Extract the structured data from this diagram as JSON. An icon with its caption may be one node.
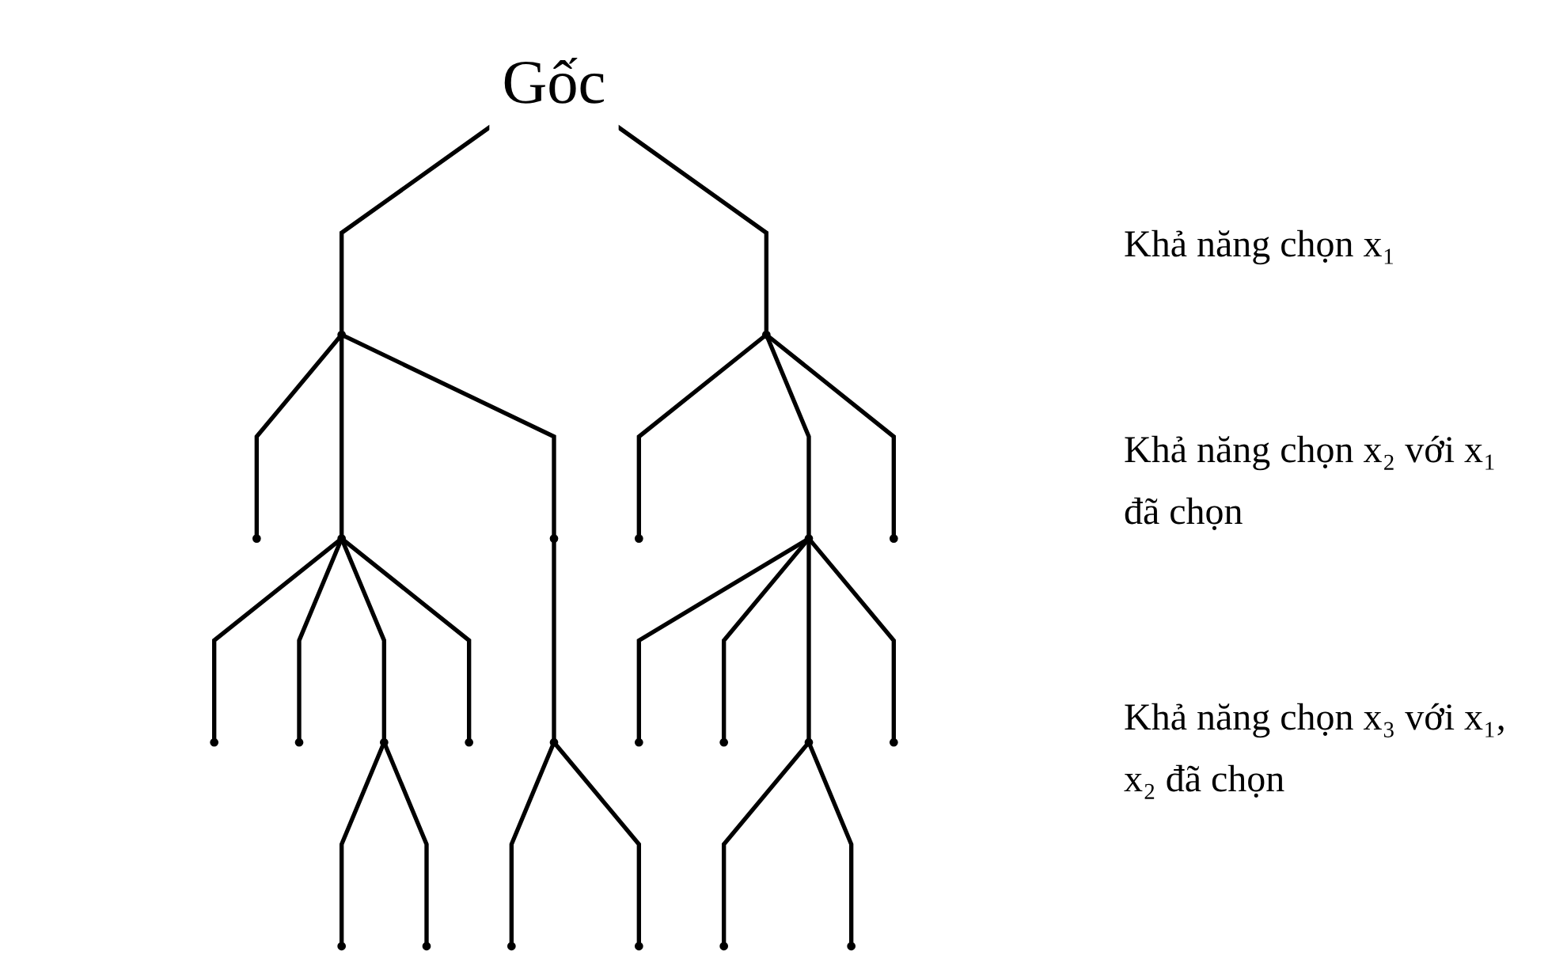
{
  "diagram": {
    "nodes": [
      {
        "text": [
          "Gốc"
        ]
      },
      {
        "text": [],
        "shape": "circle"
      },
      {
        "text": [],
        "shape": "circle"
      },
      {
        "text": [],
        "shape": "circle"
      },
      {
        "text": [],
        "shape": "circle"
      },
      {
        "text": [],
        "shape": "circle"
      },
      {
        "text": [],
        "shape": "circle"
      },
      {
        "text": [],
        "shape": "circle"
      },
      {
        "text": [],
        "shape": "circle"
      },
      {
        "text": [],
        "shape": "circle"
      },
      {
        "text": [],
        "shape": "circle"
      },
      {
        "text": [],
        "shape": "circle"
      },
      {
        "text": [],
        "shape": "circle"
      },
      {
        "text": [],
        "shape": "circle"
      },
      {
        "text": [],
        "shape": "circle"
      },
      {
        "text": [],
        "shape": "circle"
      },
      {
        "text": [],
        "shape": "circle"
      },
      {
        "text": [],
        "shape": "circle"
      },
      {
        "text": [],
        "shape": "circle"
      },
      {
        "text": [],
        "shape": "circle"
      },
      {
        "text": [],
        "shape": "circle"
      },
      {
        "text": [],
        "shape": "circle"
      },
      {
        "text": [],
        "shape": "circle"
      },
      {
        "text": [],
        "shape": "circle"
      }
    ],
    "edges": [
      {
        "from": 0,
        "to": 1,
        "arrow": "none"
      },
      {
        "from": 0,
        "to": 2,
        "arrow": "none"
      },
      {
        "from": 1,
        "to": 3,
        "arrow": "none"
      },
      {
        "from": 1,
        "to": 4,
        "arrow": "none"
      },
      {
        "from": 1,
        "to": 5,
        "arrow": "none"
      },
      {
        "from": 2,
        "to": 6,
        "arrow": "none"
      },
      {
        "from": 2,
        "to": 7,
        "arrow": "none"
      },
      {
        "from": 2,
        "to": 8,
        "arrow": "none"
      },
      {
        "from": 4,
        "to": 9,
        "arrow": "none"
      },
      {
        "from": 4,
        "to": 10,
        "arrow": "none"
      },
      {
        "from": 4,
        "to": 11,
        "arrow": "none"
      },
      {
        "from": 4,
        "to": 12,
        "arrow": "none"
      },
      {
        "from": 5,
        "to": 13,
        "arrow": "none"
      },
      {
        "from": 7,
        "to": 14,
        "arrow": "none"
      },
      {
        "from": 7,
        "to": 15,
        "arrow": "none"
      },
      {
        "from": 7,
        "to": 16,
        "arrow": "none"
      },
      {
        "from": 7,
        "to": 17,
        "arrow": "none"
      },
      {
        "from": 11,
        "to": 18,
        "arrow": "none"
      },
      {
        "from": 11,
        "to": 19,
        "arrow": "none"
      },
      {
        "from": 13,
        "to": 20,
        "arrow": "none"
      },
      {
        "from": 13,
        "to": 21,
        "arrow": "none"
      },
      {
        "from": 16,
        "to": 22,
        "arrow": "none"
      },
      {
        "from": 16,
        "to": 23,
        "arrow": "none"
      }
    ],
    "labels": [
      "Khả năng chọn x₁",
      "Khả năng chọn x₂ với x₁ đã chọn",
      "Khả năng chọn x₃ với x₁, x₂ đã chọn"
    ]
  }
}
